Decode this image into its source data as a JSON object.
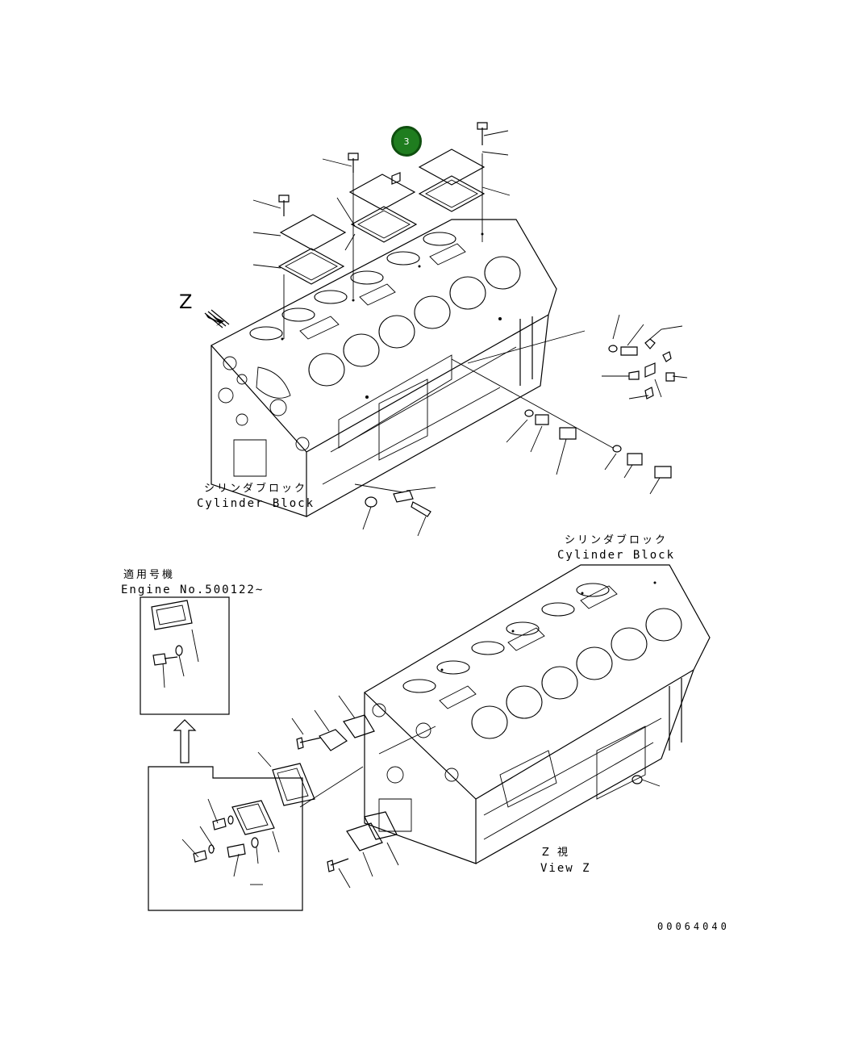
{
  "callout": {
    "number": "3",
    "color": "#1f7d1f"
  },
  "labels": {
    "upper_block_jp": "シリンダブロック",
    "upper_block_en": "Cylinder Block",
    "lower_block_jp": "シリンダブロック",
    "lower_block_en": "Cylinder Block",
    "applicable_jp": "適用号機",
    "engine_no": "Engine No.500122~",
    "view_z_jp": "Z  視",
    "view_z_en": "View Z",
    "view_marker": "Z",
    "drawing_no": "00064040"
  }
}
